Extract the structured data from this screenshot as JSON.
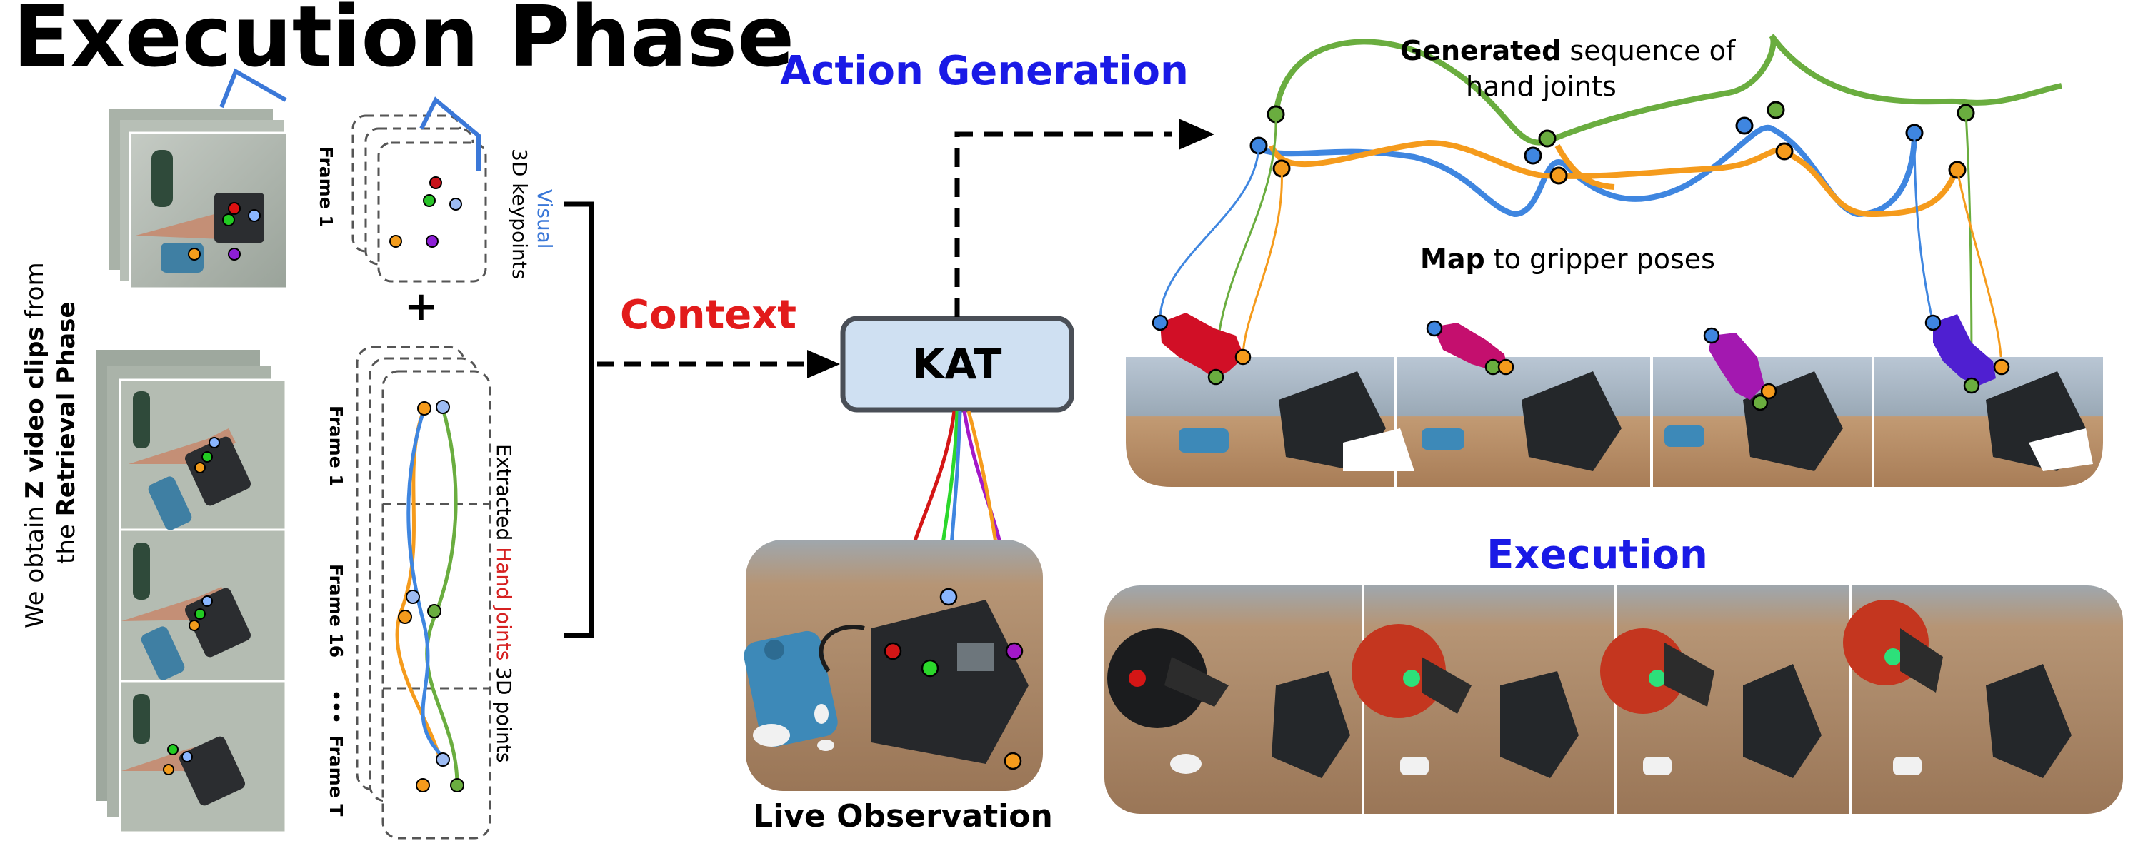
{
  "title": "Execution Phase",
  "left_caption": {
    "prefix": "We obtain ",
    "clips_bold": "Z video clips",
    "mid": " from",
    "the": "the ",
    "phase_bold": "Retrieval Phase"
  },
  "visual_block": {
    "frame_label": "Frame 1",
    "visual_word": "Visual",
    "keypoints_label": "3D keypoints"
  },
  "plus": "+",
  "hand_block": {
    "frames": [
      "Frame 1",
      "Frame 16",
      "•••",
      "Frame T"
    ],
    "extracted": "Extracted ",
    "hand": "Hand",
    "joints": "Joints",
    "points": " 3D points"
  },
  "context_label": "Context",
  "kat_label": "KAT",
  "action_generation_label": "Action Generation",
  "generated_caption": {
    "bold": "Generated",
    "rest_line1": " sequence of",
    "line2": "hand joints"
  },
  "map_caption": {
    "bold": "Map",
    "rest": " to gripper poses"
  },
  "execution_label": "Execution",
  "live_observation_label": "Live Observation",
  "colors": {
    "blue_title": "#1a1ae6",
    "context_red": "#e21b1b",
    "visual_blue": "#3b78d8",
    "hand_red": "#d62020",
    "kat_fill": "#cfe0f2",
    "kat_stroke": "#4a4f57",
    "curve_blue": "#3f86e0",
    "curve_green": "#6aad3f",
    "curve_orange": "#f59b1c",
    "gripper_red": "#d10f26",
    "gripper_magenta": "#c40f6e",
    "gripper_purple": "#a318b0",
    "gripper_indigo": "#4f1fd1"
  }
}
